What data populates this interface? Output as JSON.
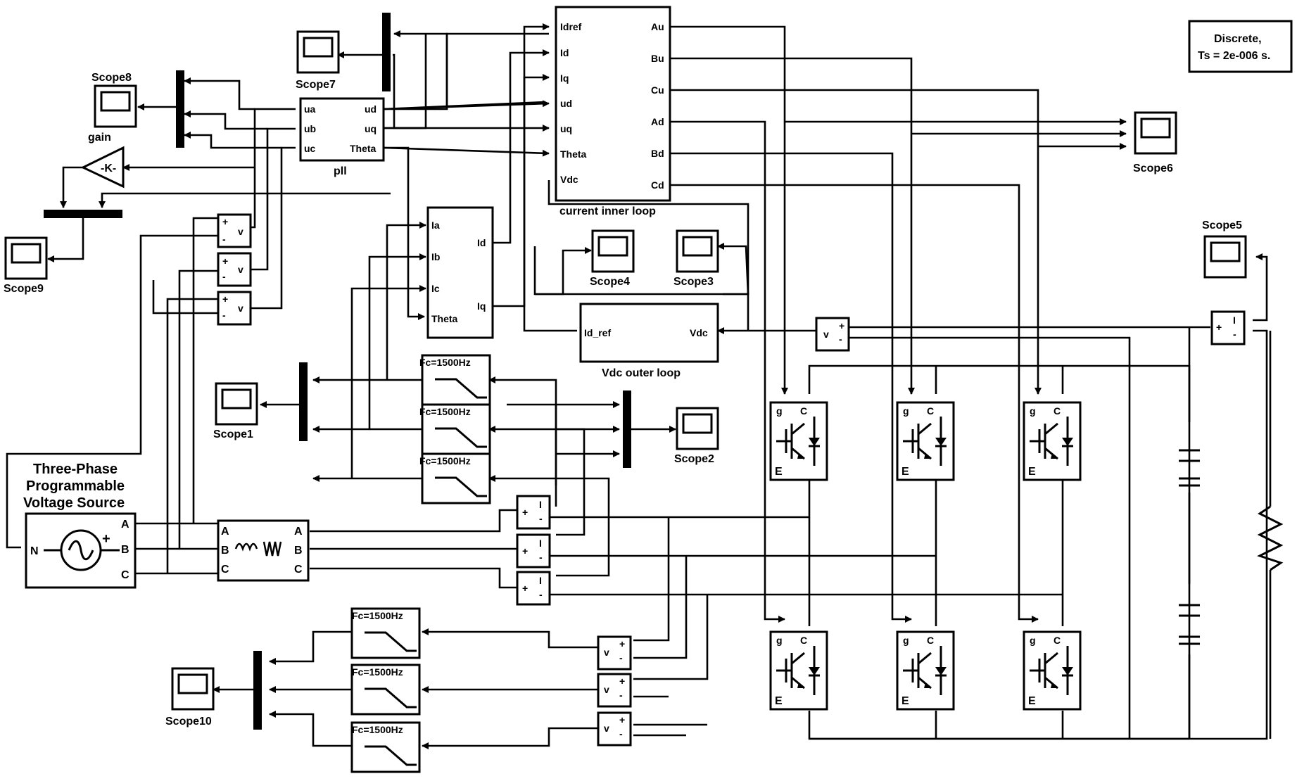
{
  "title": "",
  "solver": {
    "line1": "Discrete,",
    "line2": "Ts = 2e-006 s."
  },
  "scopes": [
    "Scope1",
    "Scope2",
    "Scope3",
    "Scope4",
    "Scope5",
    "Scope6",
    "Scope7",
    "Scope8",
    "Scope9",
    "Scope10"
  ],
  "gain": {
    "label": "gain",
    "symbol": "-K-"
  },
  "source": {
    "line1": "Three-Phase",
    "line2": "Programmable",
    "line3": "Voltage Source",
    "ports": [
      "A",
      "B",
      "C"
    ],
    "neutral": "N"
  },
  "rl_branch": {
    "ports_in": [
      "A",
      "B",
      "C"
    ],
    "ports_out": [
      "A",
      "B",
      "C"
    ]
  },
  "pll": {
    "label": "pll",
    "inputs": [
      "ua",
      "ub",
      "uc"
    ],
    "outputs": [
      "ud",
      "uq",
      "Theta"
    ]
  },
  "abc_dq": {
    "inputs": [
      "Ia",
      "Ib",
      "Ic",
      "Theta"
    ],
    "outputs": [
      "Id",
      "Iq"
    ]
  },
  "current_loop": {
    "label": "current inner loop",
    "inputs": [
      "Idref",
      "Id",
      "Iq",
      "ud",
      "uq",
      "Theta",
      "Vdc"
    ],
    "outputs": [
      "Au",
      "Bu",
      "Cu",
      "Ad",
      "Bd",
      "Cd"
    ]
  },
  "vdc_loop": {
    "label": "Vdc outer loop",
    "output": "Id_ref",
    "input": "Vdc"
  },
  "filters": {
    "label": "Fc=1500Hz",
    "count": 6
  },
  "vmeter": {
    "label": "v",
    "plus": "+",
    "minus": "-"
  },
  "imeter": {
    "plus": "+",
    "minus": "-",
    "mark": "I"
  },
  "igbt": {
    "g": "g",
    "c": "C",
    "e": "E"
  },
  "colors": {
    "line": "#000000",
    "background": "#ffffff"
  }
}
